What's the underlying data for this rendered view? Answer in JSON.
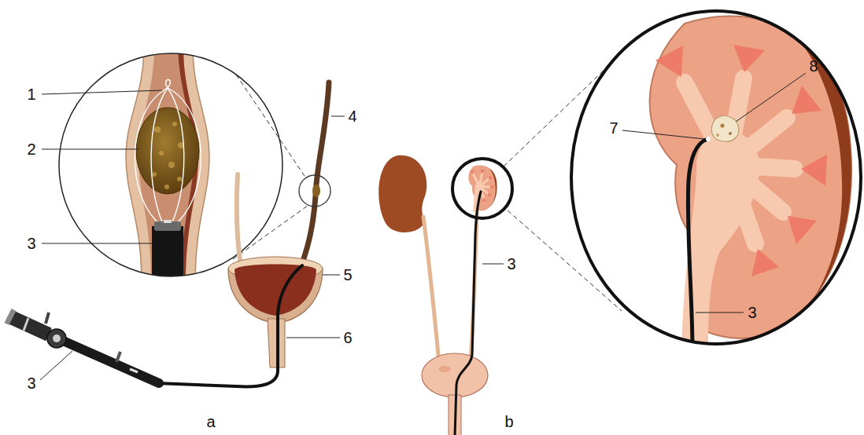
{
  "diagram": {
    "labels": [
      "1",
      "2",
      "3",
      "4",
      "5",
      "6",
      "3",
      "a",
      "3",
      "8",
      "7",
      "3",
      "b"
    ]
  }
}
